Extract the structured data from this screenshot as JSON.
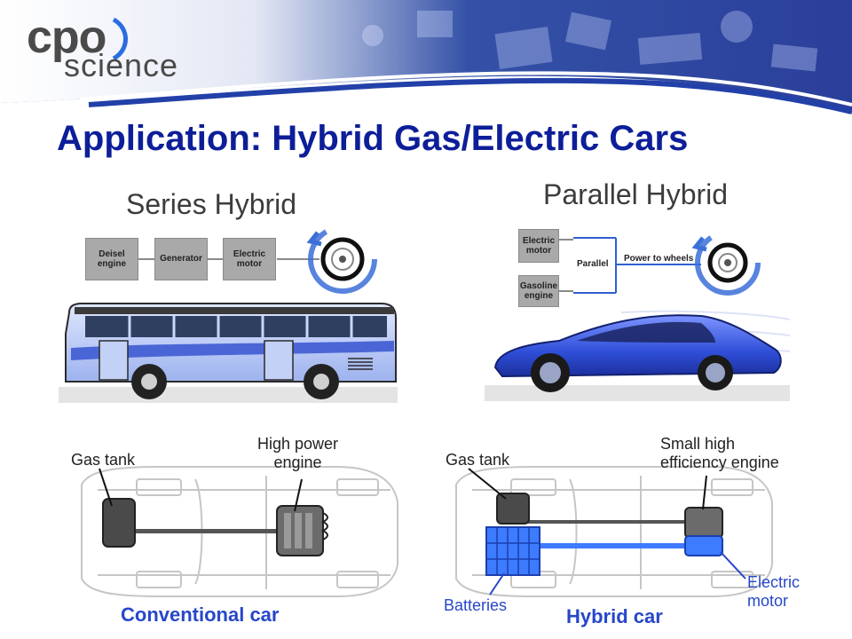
{
  "header": {
    "logo": {
      "primary": "cpo",
      "secondary": "science"
    },
    "title": "Application: Hybrid Gas/Electric Cars"
  },
  "series_hybrid": {
    "title": "Series Hybrid",
    "flow": [
      "Deisel\nengine",
      "Generator",
      "Electric\nmotor"
    ],
    "vehicle_icon": "bus-icon"
  },
  "parallel_hybrid": {
    "title": "Parallel Hybrid",
    "sources": [
      "Electric\nmotor",
      "Gasoline\nengine"
    ],
    "junction_label": "Parallel",
    "output_label": "Power to wheels",
    "vehicle_icon": "sports-car-icon"
  },
  "conventional_car": {
    "labels": {
      "gas_tank": "Gas tank",
      "engine": "High power\nengine"
    },
    "caption": "Conventional car"
  },
  "hybrid_car": {
    "labels": {
      "gas_tank": "Gas tank",
      "engine": "Small high\nefficiency engine",
      "batteries": "Batteries",
      "motor": "Electric\nmotor"
    },
    "caption": "Hybrid car"
  },
  "colors": {
    "title_blue": "#0d1e99",
    "label_blue": "#2747c9",
    "battery_blue": "#3d7bff",
    "box_gray": "#a9a9a9",
    "banner_blue": "#2a3f9a"
  }
}
